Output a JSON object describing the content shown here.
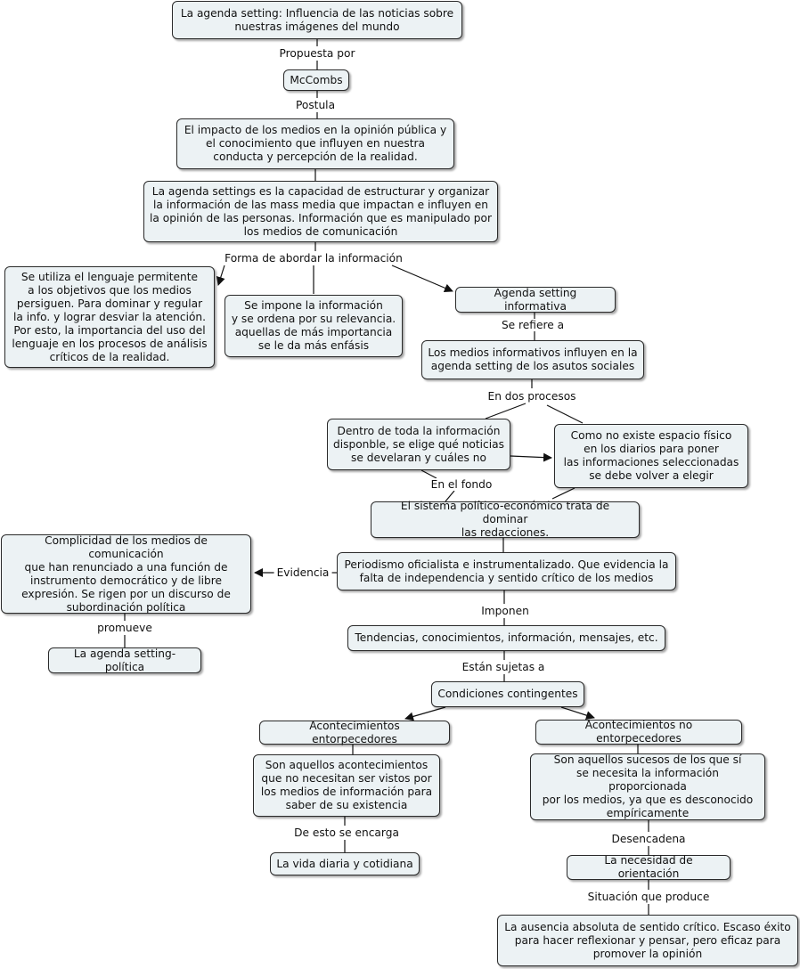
{
  "nodes": [
    {
      "id": "n1",
      "text": "La agenda setting: Influencia de las noticias sobre\nnuestras imágenes del mundo"
    },
    {
      "id": "n2",
      "text": "McCombs"
    },
    {
      "id": "n3",
      "text": "El impacto de los medios en la opinión pública y\nel conocimiento que influyen en nuestra\nconducta y percepción de la realidad."
    },
    {
      "id": "n4",
      "text": "La agenda settings es la capacidad de estructurar y organizar\nla información de las mass media que impactan e influyen en\nla opinión de las personas. Información que es manipulado por\nlos medios de comunicación"
    },
    {
      "id": "n5",
      "text": "Se utiliza el lenguaje permitente\na los objetivos que los medios\npersiguen. Para dominar y regular\nla info. y lograr desviar la atención.\nPor esto, la importancia del uso del\nlenguaje en los procesos de análisis\ncríticos de la realidad."
    },
    {
      "id": "n6",
      "text": "Se impone la información\ny se ordena por su relevancia.\naquellas de más importancia\nse le da más enfásis"
    },
    {
      "id": "n7",
      "text": "Agenda setting informativa"
    },
    {
      "id": "n8",
      "text": "Los medios informativos influyen en la\nagenda setting de los asutos sociales"
    },
    {
      "id": "n9",
      "text": "Dentro de toda la información\ndisponble, se elige qué noticias\nse develaran y cuáles no"
    },
    {
      "id": "n10",
      "text": "Como no existe espacio físico\nen los diarios para poner\nlas informaciones  seleccionadas\nse debe volver a elegir"
    },
    {
      "id": "n11",
      "text": "El sistema político-económico trata de dominar\nlas redacciones."
    },
    {
      "id": "n12",
      "text": "Periodismo oficialista e instrumentalizado. Que evidencia la\nfalta de independencia y sentido crítico de los medios"
    },
    {
      "id": "n13",
      "text": "Complicidad de los medios de comunicación\nque han renunciado a una función de\ninstrumento democrático y de libre\nexpresión. Se rigen por un discurso de\nsubordinación política"
    },
    {
      "id": "n14",
      "text": "La agenda setting-política"
    },
    {
      "id": "n15",
      "text": "Tendencias, conocimientos, información, mensajes, etc."
    },
    {
      "id": "n16",
      "text": "Condiciones contingentes"
    },
    {
      "id": "n17",
      "text": "Acontecimientos entorpecedores"
    },
    {
      "id": "n18",
      "text": "Acontecimientos no entorpecedores"
    },
    {
      "id": "n19",
      "text": "Son aquellos acontecimientos\nque no necesitan ser vistos por\nlos medios de información para\nsaber de su existencia"
    },
    {
      "id": "n20",
      "text": "Son aquellos sucesos de los que sí\nse necesita la información proporcionada\npor los medios, ya que es desconocido\nempíricamente"
    },
    {
      "id": "n21",
      "text": "La vida diaria y cotidiana"
    },
    {
      "id": "n22",
      "text": "La necesidad de orientación"
    },
    {
      "id": "n23",
      "text": "La ausencia absoluta de sentido crítico. Escaso éxito\npara hacer reflexionar y pensar, pero eficaz para\npromover la opinión"
    }
  ],
  "link_labels": [
    {
      "id": "l1",
      "text": "Propuesta por"
    },
    {
      "id": "l2",
      "text": "Postula"
    },
    {
      "id": "l3",
      "text": "Forma de abordar la información"
    },
    {
      "id": "l4",
      "text": "Se refiere a"
    },
    {
      "id": "l5",
      "text": "En dos procesos"
    },
    {
      "id": "l6",
      "text": "En el fondo"
    },
    {
      "id": "l7",
      "text": "Evidencia"
    },
    {
      "id": "l8",
      "text": "promueve"
    },
    {
      "id": "l9",
      "text": "Imponen"
    },
    {
      "id": "l10",
      "text": "Están sujetas a"
    },
    {
      "id": "l11",
      "text": "De esto se encarga"
    },
    {
      "id": "l12",
      "text": "Desencadena"
    },
    {
      "id": "l13",
      "text": "Situación que produce"
    }
  ]
}
